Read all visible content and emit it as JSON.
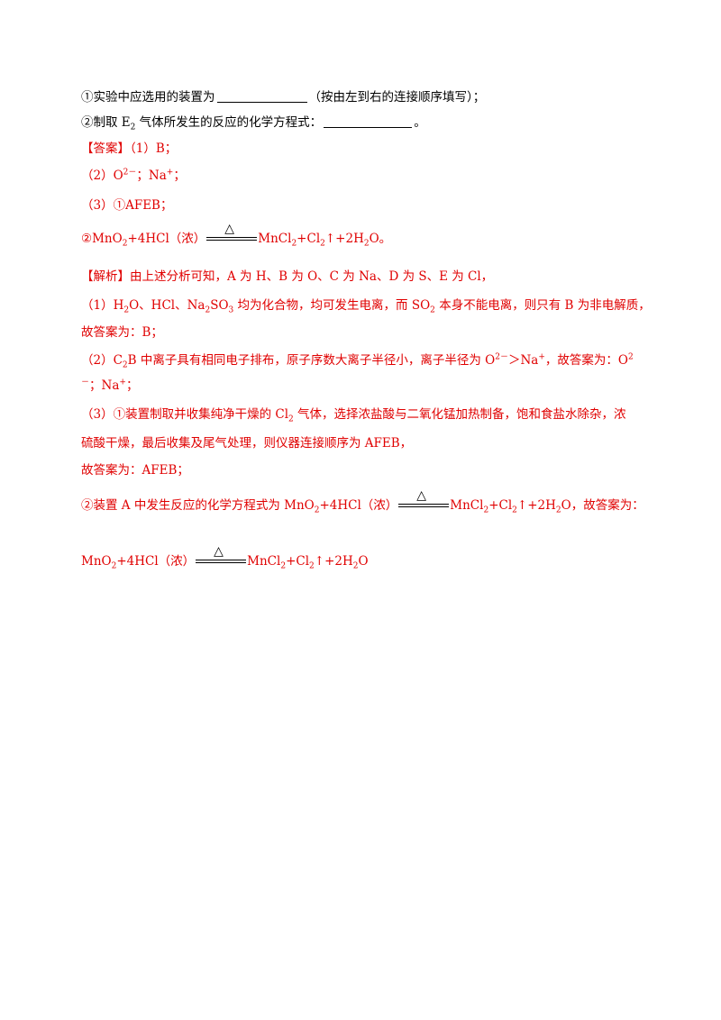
{
  "q1": {
    "prefix": "①实验中应选用的装置为",
    "suffix": "（按由左到右的连接顺序填写）；"
  },
  "q2": {
    "prefix": "②制取 E",
    "sub": "2",
    "mid": " 气体所发生的反应的化学方程式：",
    "suffix": "。"
  },
  "answer": {
    "label": "【答案】",
    "a1": "（1）B；",
    "a2_pre": "（2）O",
    "a2_sup": "2－",
    "a2_mid": "；Na",
    "a2_sup2": "+",
    "a2_end": "；",
    "a3": "（3）①AFEB；",
    "a4_pre": "②MnO",
    "a4_s1": "2",
    "a4_mid": "+4HCl（浓）",
    "a4_right": "MnCl",
    "a4_s2": "2",
    "a4_r2": "+Cl",
    "a4_s3": "2",
    "a4_r3": "↑+2H",
    "a4_s4": "2",
    "a4_r4": "O。"
  },
  "analysis": {
    "l1": "【解析】由上述分析可知，A 为 H、B 为 O、C 为 Na、D 为 S、E 为 Cl，",
    "l2_a": "（1）H",
    "l2_s1": "2",
    "l2_b": "O、HCl、Na",
    "l2_s2": "2",
    "l2_c": "SO",
    "l2_s3": "3",
    "l2_d": " 均为化合物，均可发生电离，而 SO",
    "l2_s4": "2",
    "l2_e": " 本身不能电离，则只有 B 为非电解质，",
    "l3": "故答案为：B；",
    "l4_a": "（2）C",
    "l4_s1": "2",
    "l4_b": "B 中离子具有相同电子排布，原子序数大离子半径小，离子半径为 O",
    "l4_p1": "2－",
    "l4_c": "＞Na",
    "l4_p2": "+",
    "l4_d": "，故答案为：O",
    "l4_p3": "2",
    "l5_a": "－",
    "l5_b": "；Na",
    "l5_p": "+",
    "l5_c": "；",
    "l6_a": "（3）①装置制取并收集纯净干燥的 Cl",
    "l6_s": "2",
    "l6_b": " 气体，选择浓盐酸与二氧化锰加热制备，饱和食盐水除杂，浓",
    "l7": "硫酸干燥，最后收集及尾气处理，则仪器连接顺序为 AFEB，",
    "l8": "故答案为：AFEB；",
    "l9_a": "②装置 A 中发生反应的化学方程式为 MnO",
    "l9_s1": "2",
    "l9_b": "+4HCl（浓）",
    "l9_c": "MnCl",
    "l9_s2": "2",
    "l9_d": "+Cl",
    "l9_s3": "2",
    "l9_e": "↑+2H",
    "l9_s4": "2",
    "l9_f": "O，故答案为：",
    "l10_a": "MnO",
    "l10_s1": "2",
    "l10_b": "+4HCl（浓）",
    "l10_c": "MnCl",
    "l10_s2": "2",
    "l10_d": "+Cl",
    "l10_s3": "2",
    "l10_e": "↑+2H",
    "l10_s4": "2",
    "l10_f": "O"
  },
  "symbols": {
    "triangle": "△"
  }
}
